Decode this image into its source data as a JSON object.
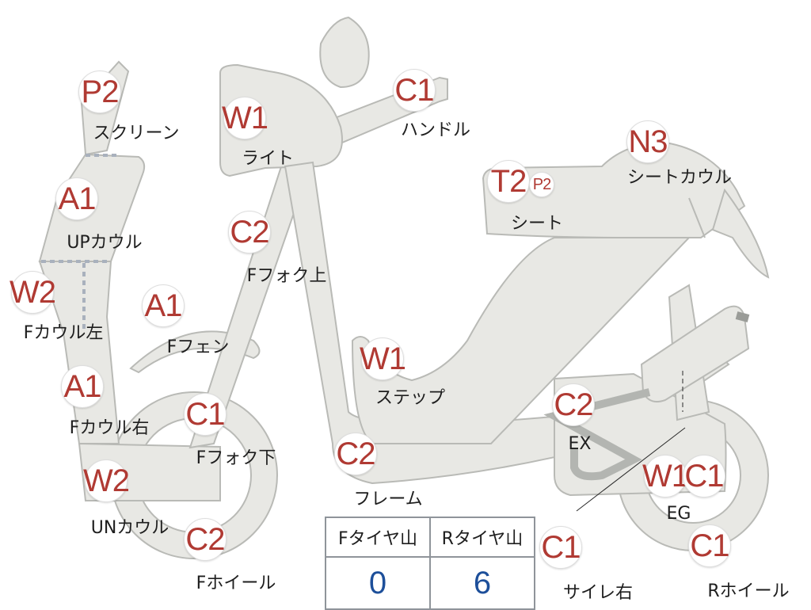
{
  "parts": [
    {
      "id": "screen",
      "grade": "P2",
      "label": "スクリーン"
    },
    {
      "id": "up-cowl",
      "grade": "A1",
      "label": "UPカウル"
    },
    {
      "id": "f-cowl-l",
      "grade": "W2",
      "label": "Fカウル左"
    },
    {
      "id": "f-cowl-r",
      "grade": "A1",
      "label": "Fカウル右"
    },
    {
      "id": "un-cowl",
      "grade": "W2",
      "label": "UNカウル"
    },
    {
      "id": "light",
      "grade": "W1",
      "label": "ライト"
    },
    {
      "id": "f-fork-up",
      "grade": "C2",
      "label": "Fフォク上"
    },
    {
      "id": "f-fender",
      "grade": "A1",
      "label": "Fフェン"
    },
    {
      "id": "f-fork-low",
      "grade": "C1",
      "label": "Fフォク下"
    },
    {
      "id": "f-wheel",
      "grade": "C2",
      "label": "Fホイール"
    },
    {
      "id": "handle",
      "grade": "C1",
      "label": "ハンドル"
    },
    {
      "id": "step",
      "grade": "W1",
      "label": "ステップ"
    },
    {
      "id": "frame",
      "grade": "C2",
      "label": "フレーム"
    },
    {
      "id": "seat",
      "grade": "T2",
      "grade2": "P2",
      "label": "シート"
    },
    {
      "id": "seat-cowl",
      "grade": "N3",
      "label": "シートカウル"
    },
    {
      "id": "ex",
      "grade": "C2",
      "label": "EX"
    },
    {
      "id": "eg",
      "grade": "W1",
      "grade2": "C1",
      "label": "EG"
    },
    {
      "id": "silencer-r",
      "grade": "C1",
      "label": "サイレ右"
    },
    {
      "id": "r-wheel",
      "grade": "C1",
      "label": "Rホイール"
    }
  ],
  "tread_table": {
    "headers": [
      "Fタイヤ山",
      "Rタイヤ山"
    ],
    "values": [
      "0",
      "6"
    ]
  },
  "colors": {
    "grade_text": "#b03a33",
    "tread_value": "#1d4f9a",
    "part_fill": "#e8e8e4",
    "part_stroke": "#b9bab6"
  }
}
